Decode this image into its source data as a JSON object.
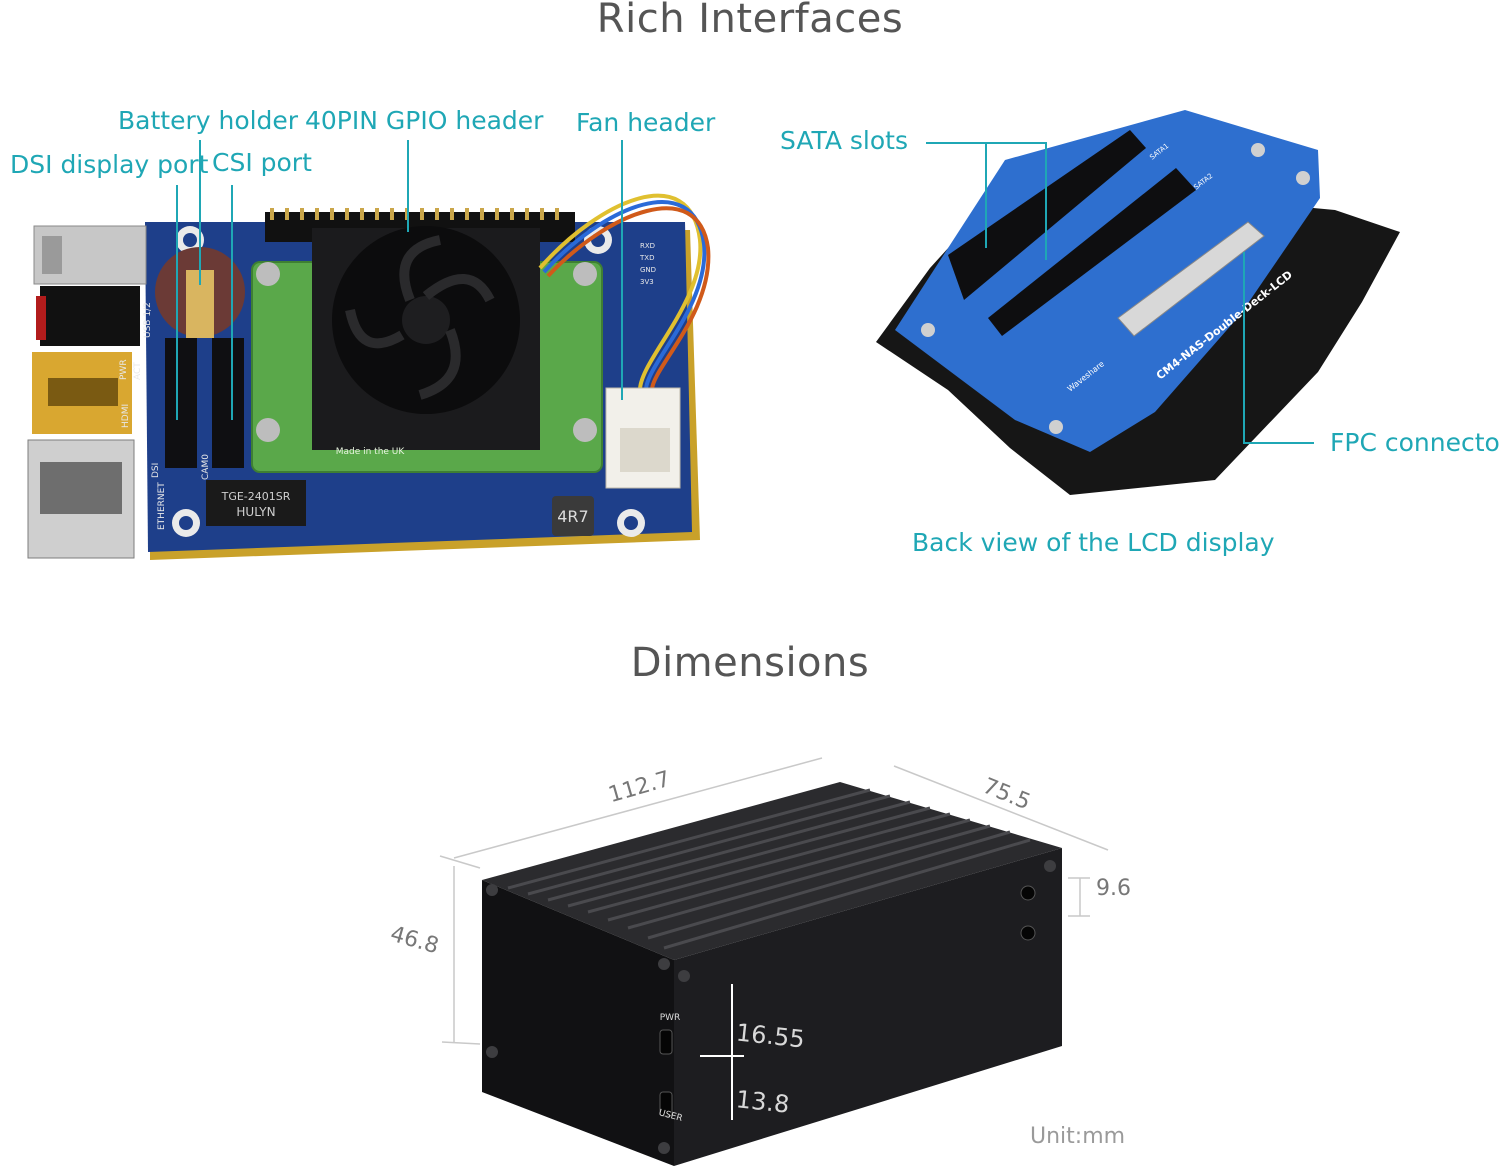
{
  "headings": {
    "interfaces": "Rich Interfaces",
    "dimensions": "Dimensions"
  },
  "interface_labels": {
    "battery_holder": "Battery holder",
    "gpio_header": "40PIN GPIO header",
    "fan_header": "Fan header",
    "dsi_port": "DSI display port",
    "csi_port": "CSI port",
    "sata_slots": "SATA slots",
    "fpc_connector": "FPC connector",
    "back_view": "Back view of the LCD display"
  },
  "board_silkscreen": {
    "usb": "USB 1/2",
    "act": "ACT",
    "pwr": "PWR",
    "hdmi": "HDMI",
    "dsi": "DSI",
    "cam": "CAM0",
    "ethernet": "ETHERNET",
    "chip": "HULYN",
    "chip_code": "TGE-2401SR",
    "inductor": "4R7",
    "made_in": "Made in the UK",
    "fan_pins": [
      "3V3",
      "GND",
      "TXD",
      "RXD"
    ]
  },
  "lcd_back": {
    "model": "CM4-NAS-Double-Deck-LCD",
    "brand": "Waveshare",
    "sata1": "SATA1",
    "sata2": "SATA2"
  },
  "dimensions": {
    "length": "112.7",
    "width": "75.5",
    "height": "46.8",
    "button_spacing": "9.6",
    "upper_offset": "16.55",
    "lower_offset": "13.8",
    "unit": "Unit:mm",
    "front_pwr": "PWR",
    "front_user": "USER"
  },
  "colors": {
    "accent": "#1fa7b5",
    "pcb_blue": "#1e3f8a",
    "enclosure": "#1a1a1c"
  }
}
